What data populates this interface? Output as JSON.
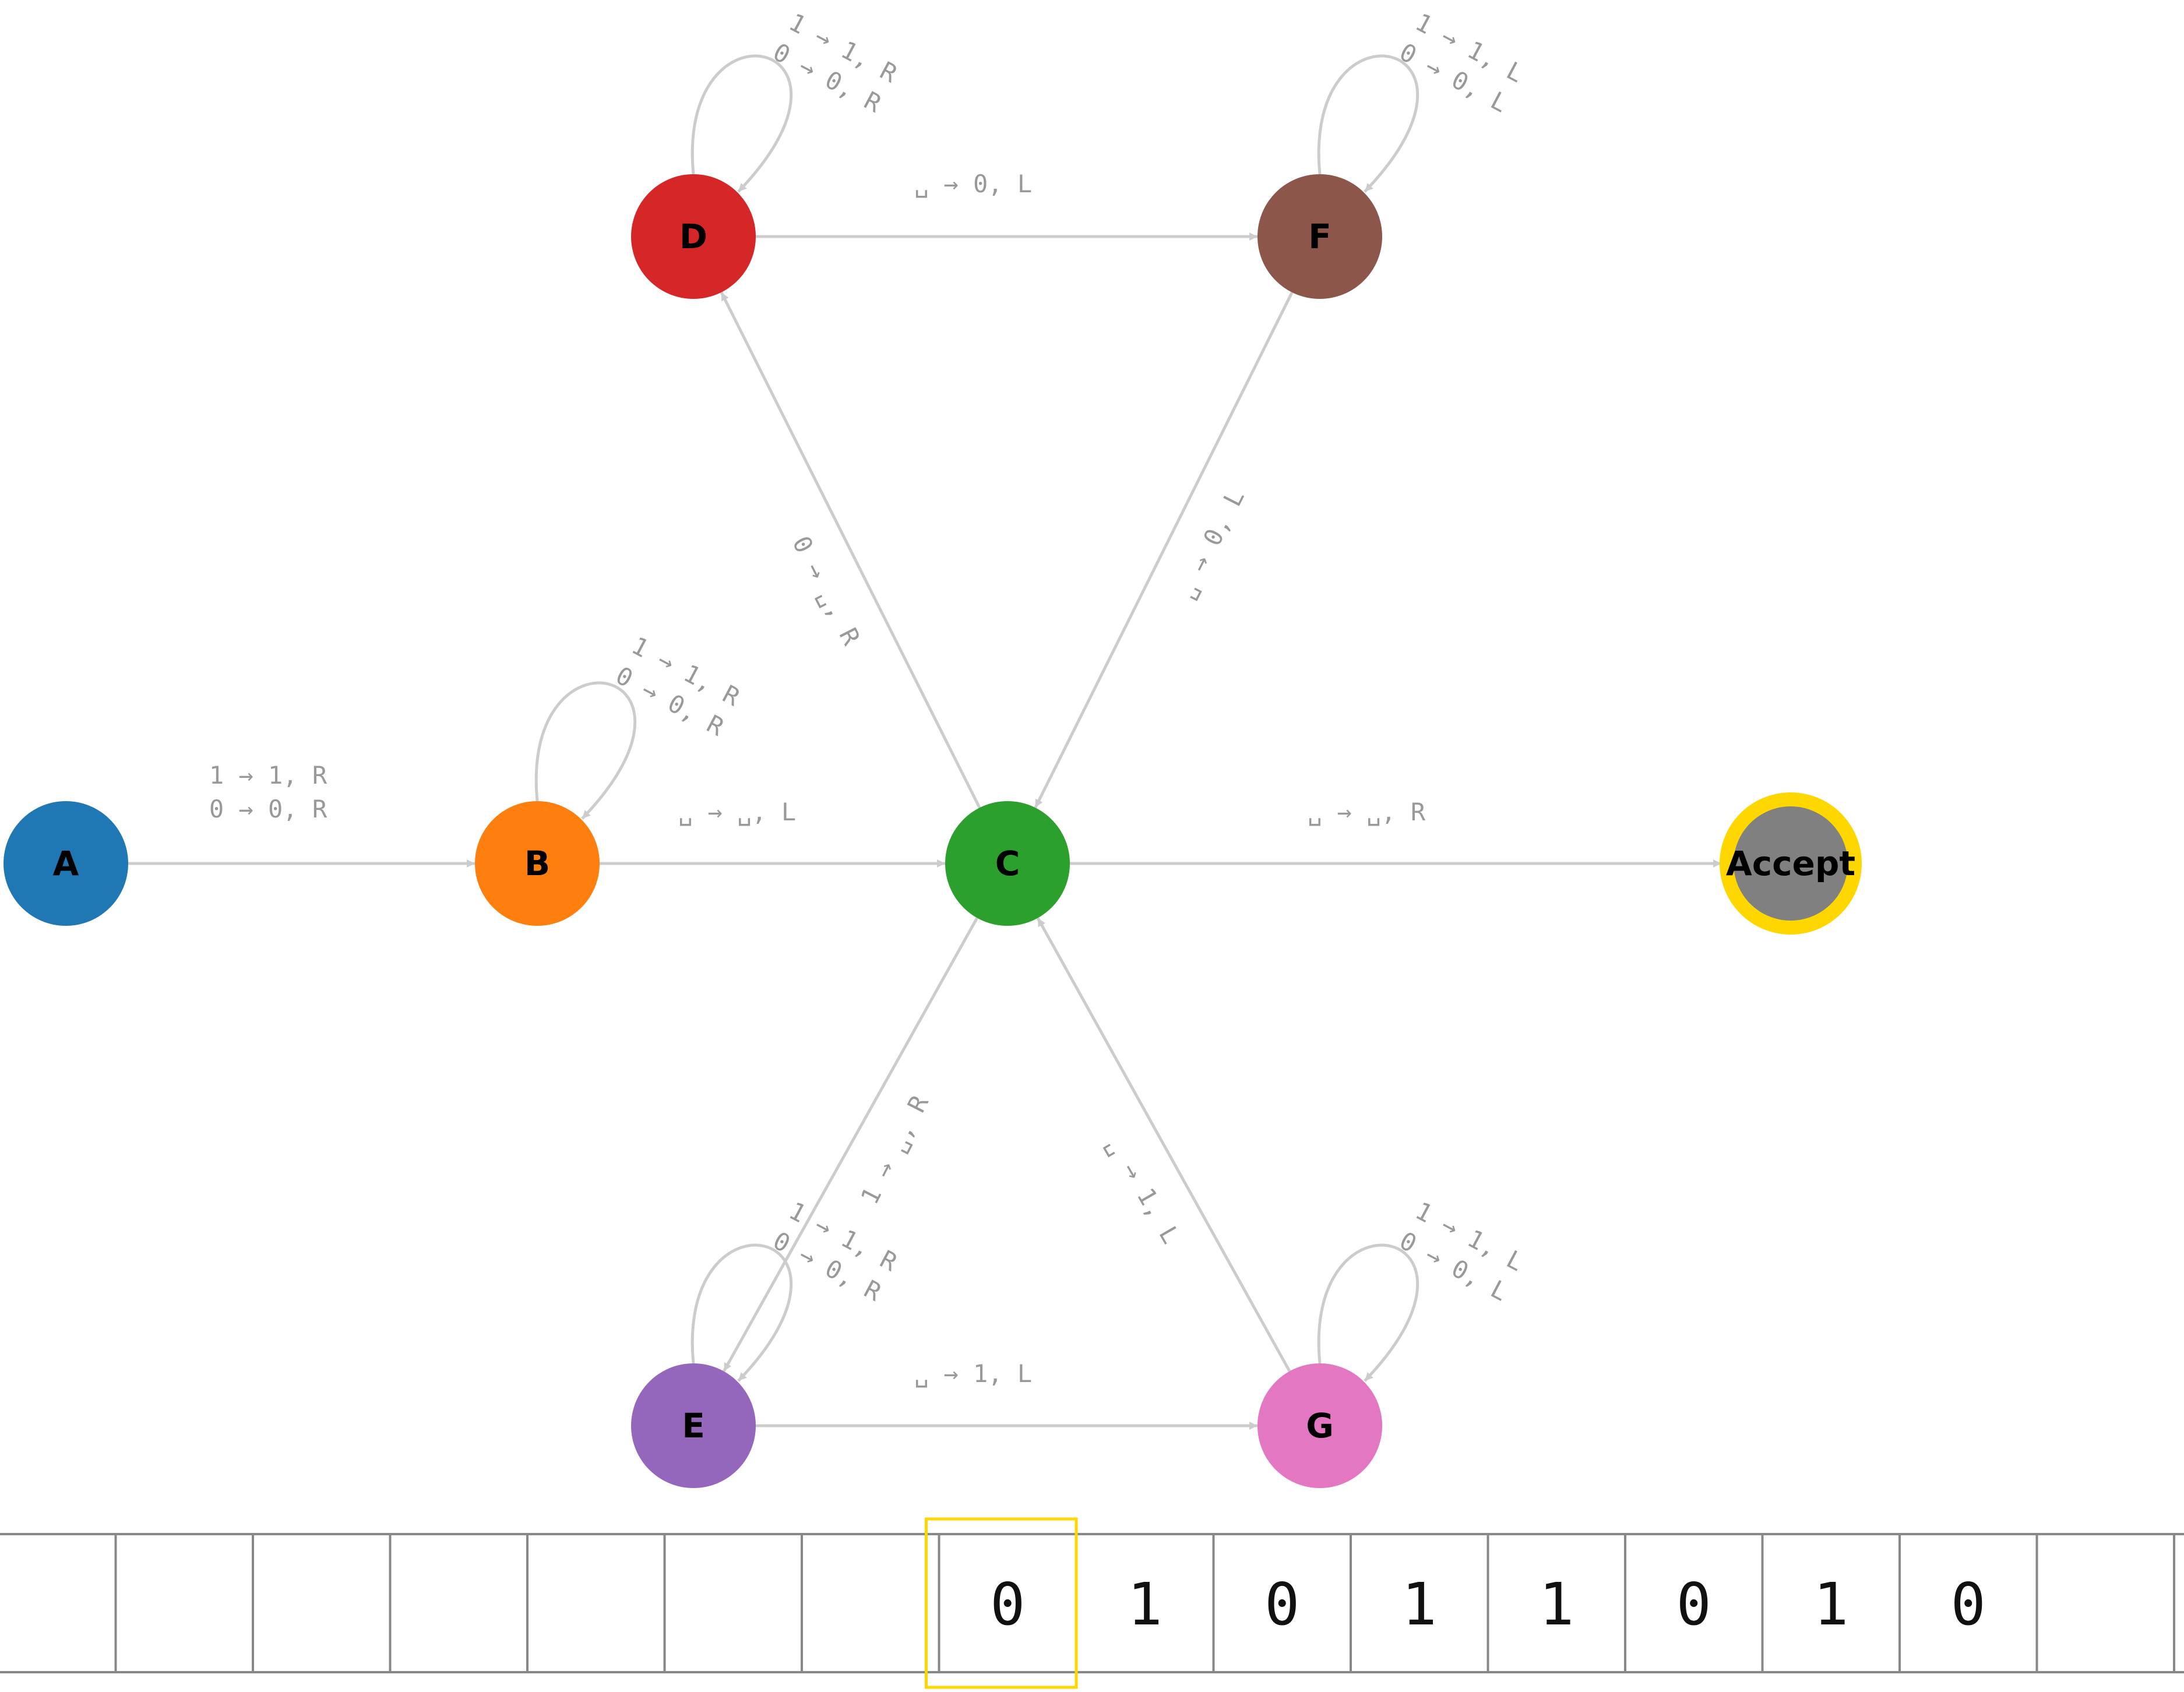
{
  "states": [
    {
      "id": "A",
      "label": "A",
      "color": "#1f77b4"
    },
    {
      "id": "B",
      "label": "B",
      "color": "#ff7f0e"
    },
    {
      "id": "C",
      "label": "C",
      "color": "#2ca02c"
    },
    {
      "id": "D",
      "label": "D",
      "color": "#d62728"
    },
    {
      "id": "E",
      "label": "E",
      "color": "#9467bd"
    },
    {
      "id": "F",
      "label": "F",
      "color": "#8c564b"
    },
    {
      "id": "G",
      "label": "G",
      "color": "#e377c2"
    },
    {
      "id": "Accept",
      "label": "Accept",
      "color": "#808080",
      "ring_color": "#ffd700",
      "accepting": true
    }
  ],
  "transitions": [
    {
      "id": "A-B",
      "from": "A",
      "to": "B",
      "labels": [
        "1 → 1, R",
        "0 → 0, R"
      ]
    },
    {
      "id": "B-B",
      "from": "B",
      "to": "B",
      "labels": [
        "1 → 1, R",
        "0 → 0, R"
      ]
    },
    {
      "id": "B-C",
      "from": "B",
      "to": "C",
      "labels": [
        "␣ → ␣, L"
      ]
    },
    {
      "id": "C-D",
      "from": "C",
      "to": "D",
      "labels": [
        "0 → ␣, R"
      ]
    },
    {
      "id": "C-E",
      "from": "C",
      "to": "E",
      "labels": [
        "1 → ␣, R"
      ]
    },
    {
      "id": "C-Accept",
      "from": "C",
      "to": "Accept",
      "labels": [
        "␣ → ␣, R"
      ]
    },
    {
      "id": "D-D",
      "from": "D",
      "to": "D",
      "labels": [
        "1 → 1, R",
        "0 → 0, R"
      ]
    },
    {
      "id": "D-F",
      "from": "D",
      "to": "F",
      "labels": [
        "␣ → 0, L"
      ]
    },
    {
      "id": "F-F",
      "from": "F",
      "to": "F",
      "labels": [
        "1 → 1, L",
        "0 → 0, L"
      ]
    },
    {
      "id": "F-C",
      "from": "F",
      "to": "C",
      "labels": [
        "␣ → 0, L"
      ]
    },
    {
      "id": "E-E",
      "from": "E",
      "to": "E",
      "labels": [
        "1 → 1, R",
        "0 → 0, R"
      ]
    },
    {
      "id": "E-G",
      "from": "E",
      "to": "G",
      "labels": [
        "␣ → 1, L"
      ]
    },
    {
      "id": "G-G",
      "from": "G",
      "to": "G",
      "labels": [
        "1 → 1, L",
        "0 → 0, L"
      ]
    },
    {
      "id": "G-C",
      "from": "G",
      "to": "C",
      "labels": [
        "␣ → 1, L"
      ]
    }
  ],
  "tape": {
    "cells": [
      "",
      "",
      "",
      "",
      "",
      "",
      "",
      "0",
      "1",
      "0",
      "1",
      "1",
      "0",
      "1",
      "0",
      "",
      ""
    ],
    "head_index": 7,
    "head_color": "#ffd700"
  }
}
